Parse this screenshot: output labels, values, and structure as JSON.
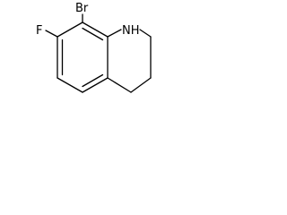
{
  "molecule": {
    "atoms": {
      "bromine": "Br",
      "fluorine": "F",
      "nitrogen_hydrogen": "NH"
    },
    "colors": {
      "bond": "#000000",
      "label": "#000000",
      "background": "#ffffff"
    }
  }
}
